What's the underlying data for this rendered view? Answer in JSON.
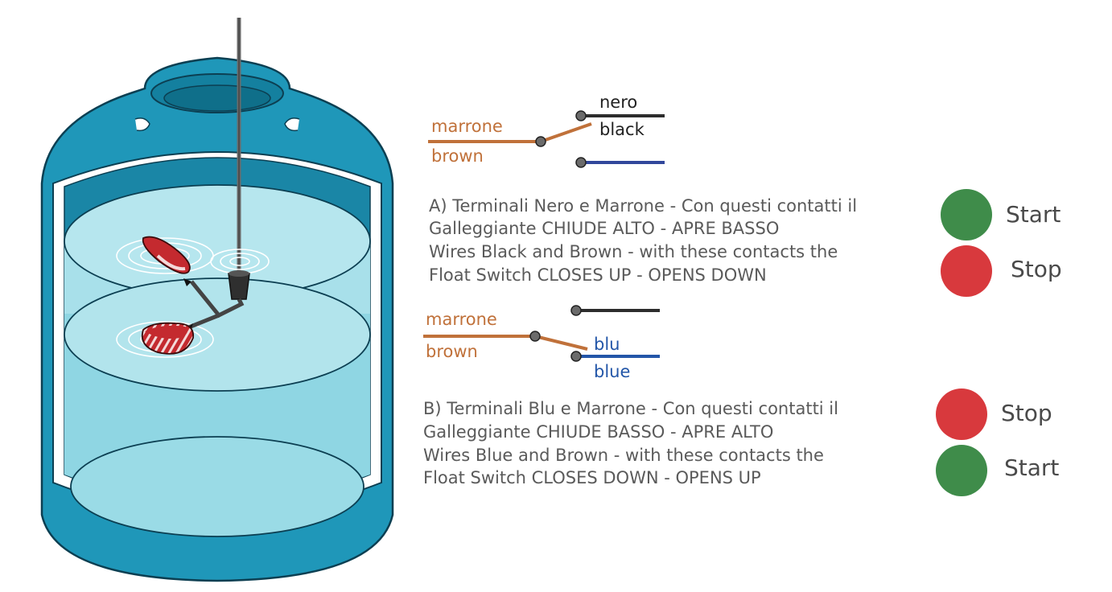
{
  "colors": {
    "tank_outer": "#1f97b9",
    "tank_dark": "#14809f",
    "water_light": "#b6e6ee",
    "water_mid": "#8fd6e3",
    "wire_brown": "#c0713a",
    "wire_black": "#2d2d2d",
    "wire_blue": "#31479b",
    "wire_blue_b": "#2356a8",
    "float_red": "#c42a2f",
    "start_green": "#3f8c4a",
    "stop_red": "#d8393d"
  },
  "diagram_a": {
    "label_marrone": "marrone",
    "label_brown": "brown",
    "label_nero": "nero",
    "label_black": "black",
    "description": [
      "A) Terminali Nero e Marrone - Con questi contatti il",
      "Galleggiante CHIUDE ALTO - APRE BASSO",
      "Wires Black  and Brown - with these contacts the",
      "Float Switch CLOSES UP - OPENS DOWN"
    ],
    "indicators": [
      {
        "label": "Start",
        "color": "start_green"
      },
      {
        "label": "Stop",
        "color": "stop_red"
      }
    ]
  },
  "diagram_b": {
    "label_marrone": "marrone",
    "label_brown": "brown",
    "label_blu": "blu",
    "label_blue": "blue",
    "description": [
      "B) Terminali Blu e Marrone - Con questi contatti il",
      "Galleggiante CHIUDE BASSO - APRE ALTO",
      "Wires Blue  and Brown - with these contacts the",
      "Float Switch CLOSES DOWN - OPENS UP"
    ],
    "indicators": [
      {
        "label": "Stop",
        "color": "stop_red"
      },
      {
        "label": "Start",
        "color": "start_green"
      }
    ]
  }
}
